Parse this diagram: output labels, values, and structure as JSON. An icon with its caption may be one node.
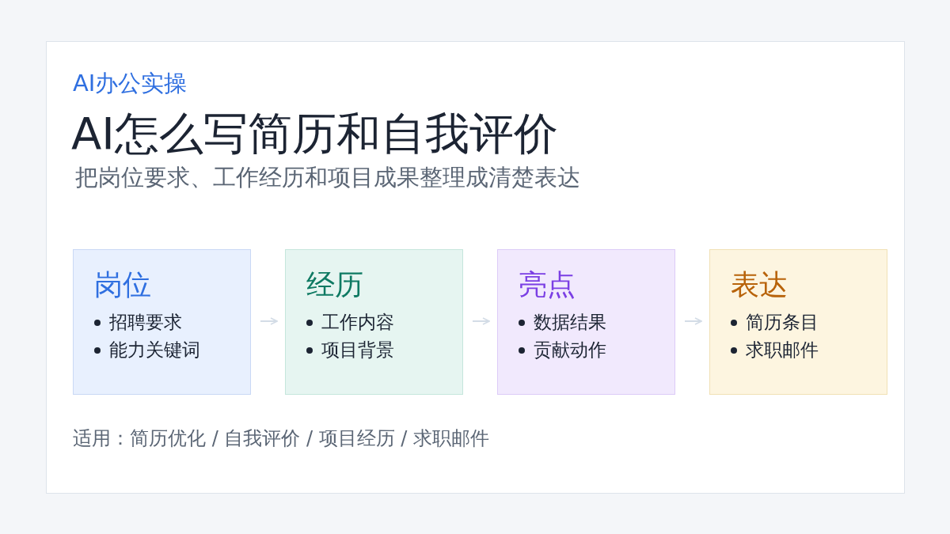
{
  "diagram": {
    "title": "AI怎么写简历和自我评价",
    "nodes": [
      {
        "text": [
          "岗位",
          "招聘要求",
          "能力关键词"
        ]
      },
      {
        "text": [
          "经历",
          "工作内容",
          "项目背景"
        ]
      },
      {
        "text": [
          "亮点",
          "数据结果",
          "贡献动作"
        ]
      },
      {
        "text": [
          "表达",
          "简历条目",
          "求职邮件"
        ]
      }
    ],
    "edges": [
      {
        "from": 0,
        "to": 1,
        "arrow": "to"
      },
      {
        "from": 1,
        "to": 2,
        "arrow": "to"
      },
      {
        "from": 2,
        "to": 3,
        "arrow": "to"
      }
    ],
    "labels": [
      "AI办公实操",
      "把岗位要求、工作经历和项目成果整理成清楚表达",
      "适用：简历优化 / 自我评价 / 项目经历 / 求职邮件"
    ]
  }
}
